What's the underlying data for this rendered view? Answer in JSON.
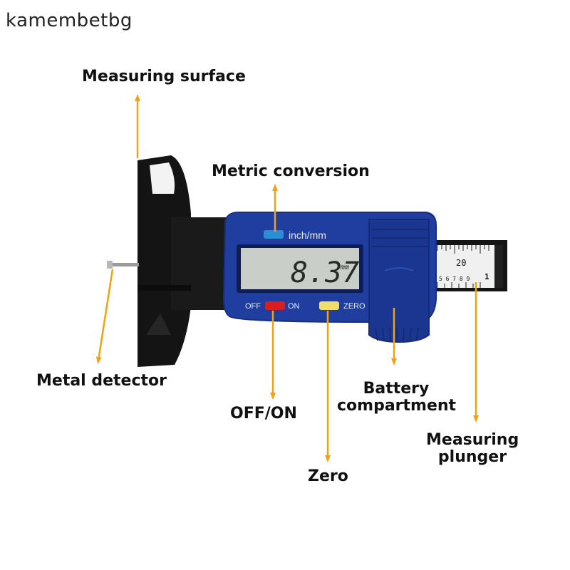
{
  "watermark": "kamembetbg",
  "labels": {
    "measuring_surface": "Measuring surface",
    "metric_conversion": "Metric conversion",
    "metal_detector": "Metal detector",
    "off_on": "OFF/ON",
    "battery_line1": "Battery",
    "battery_line2": "compartment",
    "zero": "Zero",
    "plunger_line1": "Measuring",
    "plunger_line2": "plunger"
  },
  "device": {
    "button_label": "inch/mm",
    "display_value": "8.37",
    "display_unit": "mm",
    "off_label": "OFF",
    "on_label": "ON",
    "zero_label": "ZERO",
    "scale_major": "20",
    "scale_minor": "5 6 7 8 9",
    "scale_one": "1"
  },
  "colors": {
    "arrow": "#f2a20f",
    "body_blue": "#1f3ea0",
    "black_body": "#141414",
    "lcd": "#c9cfc8",
    "button_blue": "#2a8fd6",
    "button_red": "#d81e1e",
    "button_yellow": "#f2dc6a"
  }
}
